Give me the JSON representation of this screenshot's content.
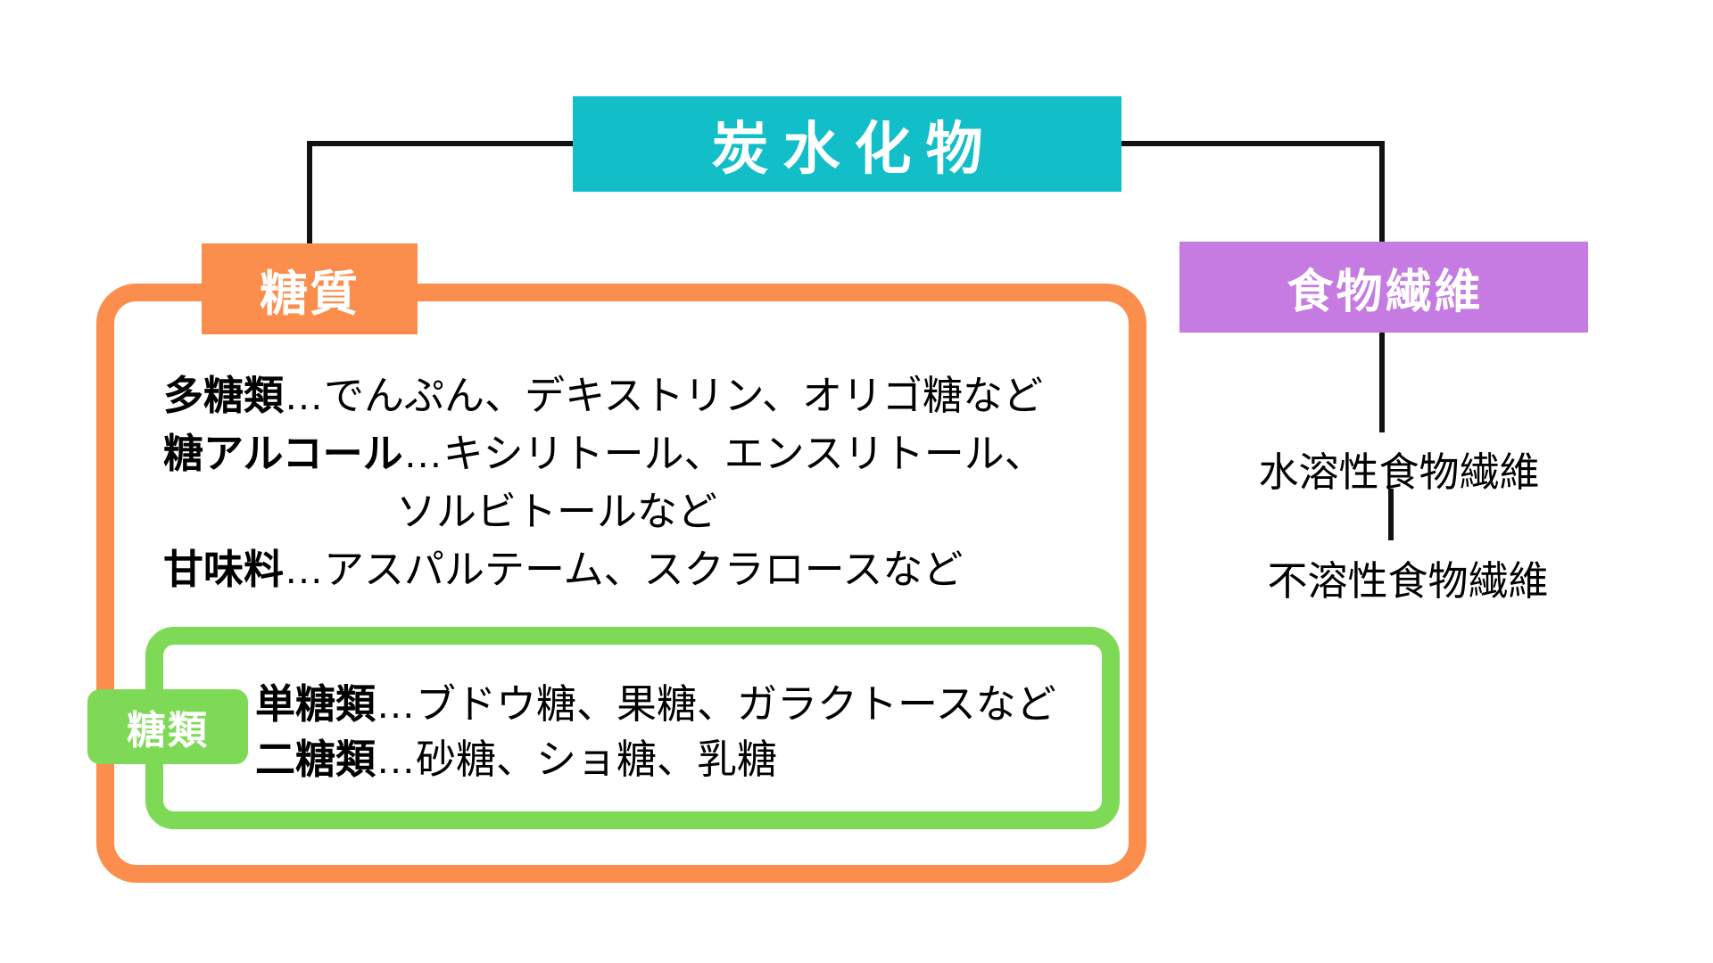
{
  "diagram": {
    "colors": {
      "teal": "#12bec8",
      "orange": "#fb8d4d",
      "purple": "#c57be2",
      "green": "#7ed957",
      "line": "#111111"
    },
    "root": {
      "label": "炭水化物"
    },
    "sugars": {
      "label": "糖質",
      "lines": [
        {
          "term": "多糖類",
          "rest": "…でんぷん、デキストリン、オリゴ糖など"
        },
        {
          "term": "糖アルコール",
          "rest": "…キシリトール、エンスリトール、"
        },
        {
          "term": "",
          "rest": "ソルビトールなど"
        },
        {
          "term": "甘味料",
          "rest": "…アスパルテーム、スクラロースなど"
        }
      ],
      "inner": {
        "label": "糖類",
        "lines": [
          {
            "term": "単糖類",
            "rest": "…ブドウ糖、果糖、ガラクトースなど"
          },
          {
            "term": "二糖類",
            "rest": "…砂糖、ショ糖、乳糖"
          }
        ]
      }
    },
    "fiber": {
      "label": "食物繊維",
      "items": [
        "水溶性食物繊維",
        "不溶性食物繊維"
      ]
    }
  }
}
